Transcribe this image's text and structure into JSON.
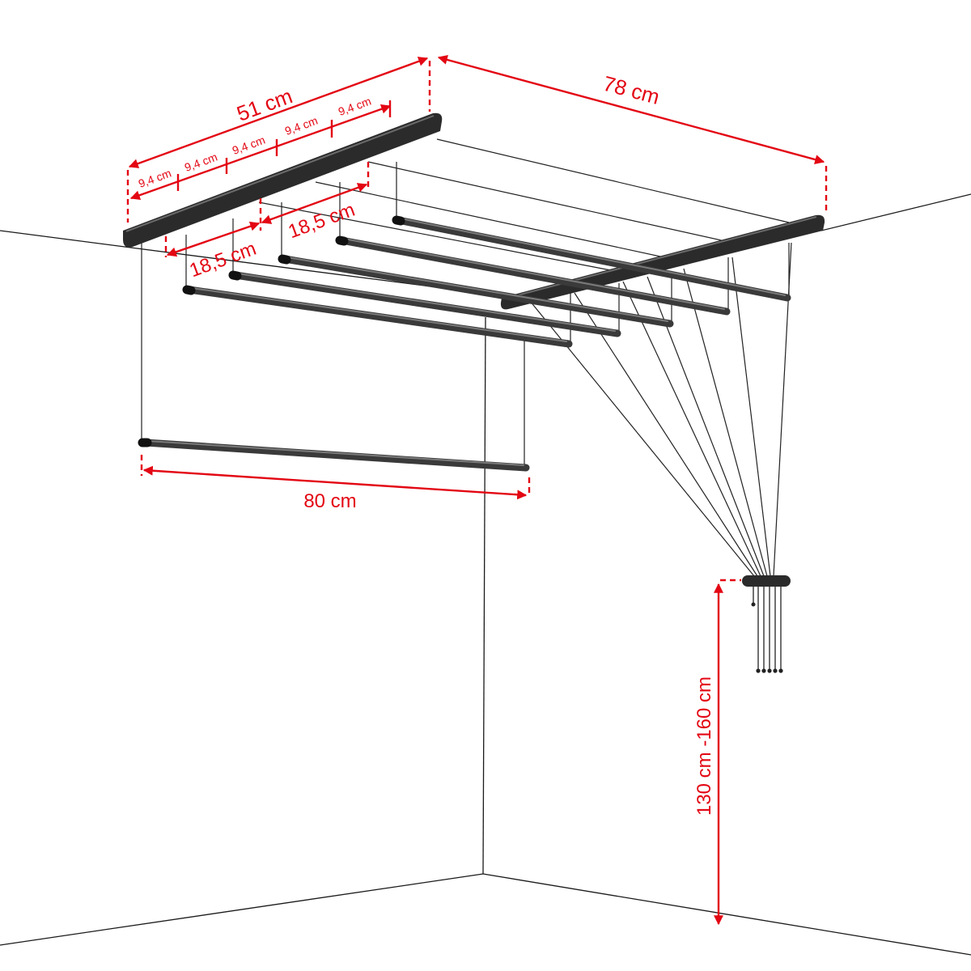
{
  "title": "Ceiling clothes drying rack dimensions",
  "dimensions": {
    "width": "51 cm",
    "length": "78 cm",
    "spacing_small": [
      "9,4 cm",
      "9,4 cm",
      "9,4 cm",
      "9,4 cm",
      "9,4 cm"
    ],
    "spacing_large": [
      "18,5 cm",
      "18,5 cm"
    ],
    "rod_length": "80 cm",
    "mount_height": "130 cm -160 cm"
  },
  "colors": {
    "dimension": "#e30613",
    "rack": "#2b2b2b",
    "lines": "#1a1a1a"
  }
}
